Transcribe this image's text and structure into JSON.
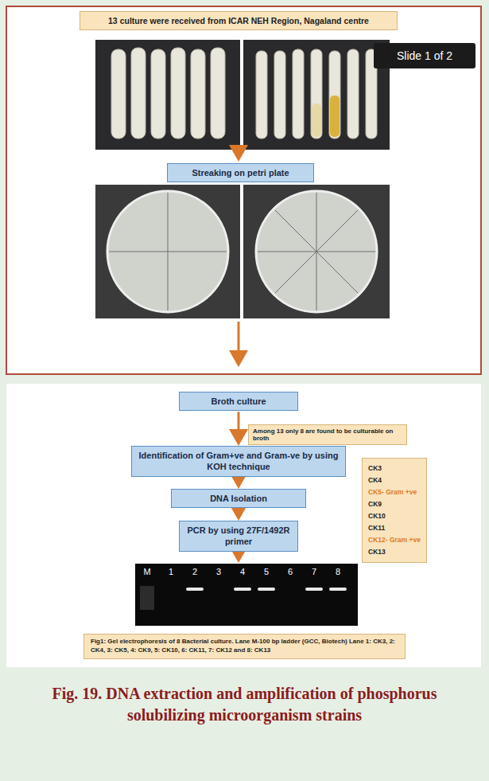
{
  "diagram": {
    "caption": "Fig. 19. DNA extraction and amplification of phosphorus solubilizing microorganism strains",
    "nodes": [
      {
        "text": [
          "13 culture were received from ICAR NEH Region, Nagaland centre"
        ]
      },
      {
        "text": [
          "Streaking on petri plate"
        ]
      },
      {
        "text": [
          "Broth culture"
        ]
      },
      {
        "text": [
          "Among 13 only 8 are found to be culturable on broth"
        ]
      },
      {
        "text": [
          "Identification of Gram+ve and Gram-ve by using KOH technique"
        ]
      },
      {
        "text": [
          "CK3",
          "CK4",
          "CK5- Gram +ve",
          "CK9",
          "CK10",
          "CK11",
          "CK12- Gram +ve",
          "CK13"
        ]
      },
      {
        "text": [
          "DNA Isolation"
        ]
      },
      {
        "text": [
          "PCR by using 27F/1492R primer"
        ]
      },
      {
        "text": [
          "Fig1: Gel electrophoresis of 8 Bacterial culture. Lane M-100 bp ladder (GCC, Biotech) Lane 1: CK3, 2: CK4, 3: CK5, 4: CK9, 5: CK10, 6: CK11, 7: CK12 and 8: CK13"
        ]
      },
      {
        "text": [
          "Slide 1 of 2"
        ]
      }
    ],
    "edges": [
      {
        "from": 2,
        "to": 4,
        "arrow": "to"
      },
      {
        "from": 4,
        "to": 6,
        "arrow": "to"
      },
      {
        "from": 6,
        "to": 7,
        "arrow": "to"
      }
    ],
    "labels": [
      "M",
      "1",
      "2",
      "3",
      "4",
      "5",
      "6",
      "7",
      "8"
    ]
  }
}
